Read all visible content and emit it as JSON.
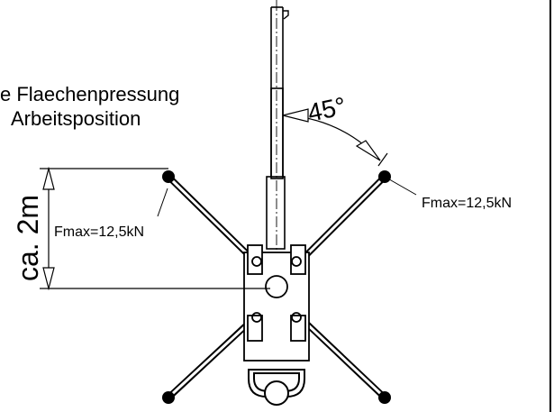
{
  "title": {
    "line1": "e Flaechenpressung",
    "line2": "Arbeitsposition"
  },
  "angle_label": "45°",
  "force_right": "Fmax=12,5kN",
  "force_left": "Fmax=12,5kN",
  "distance_label": "ca. 2m"
}
